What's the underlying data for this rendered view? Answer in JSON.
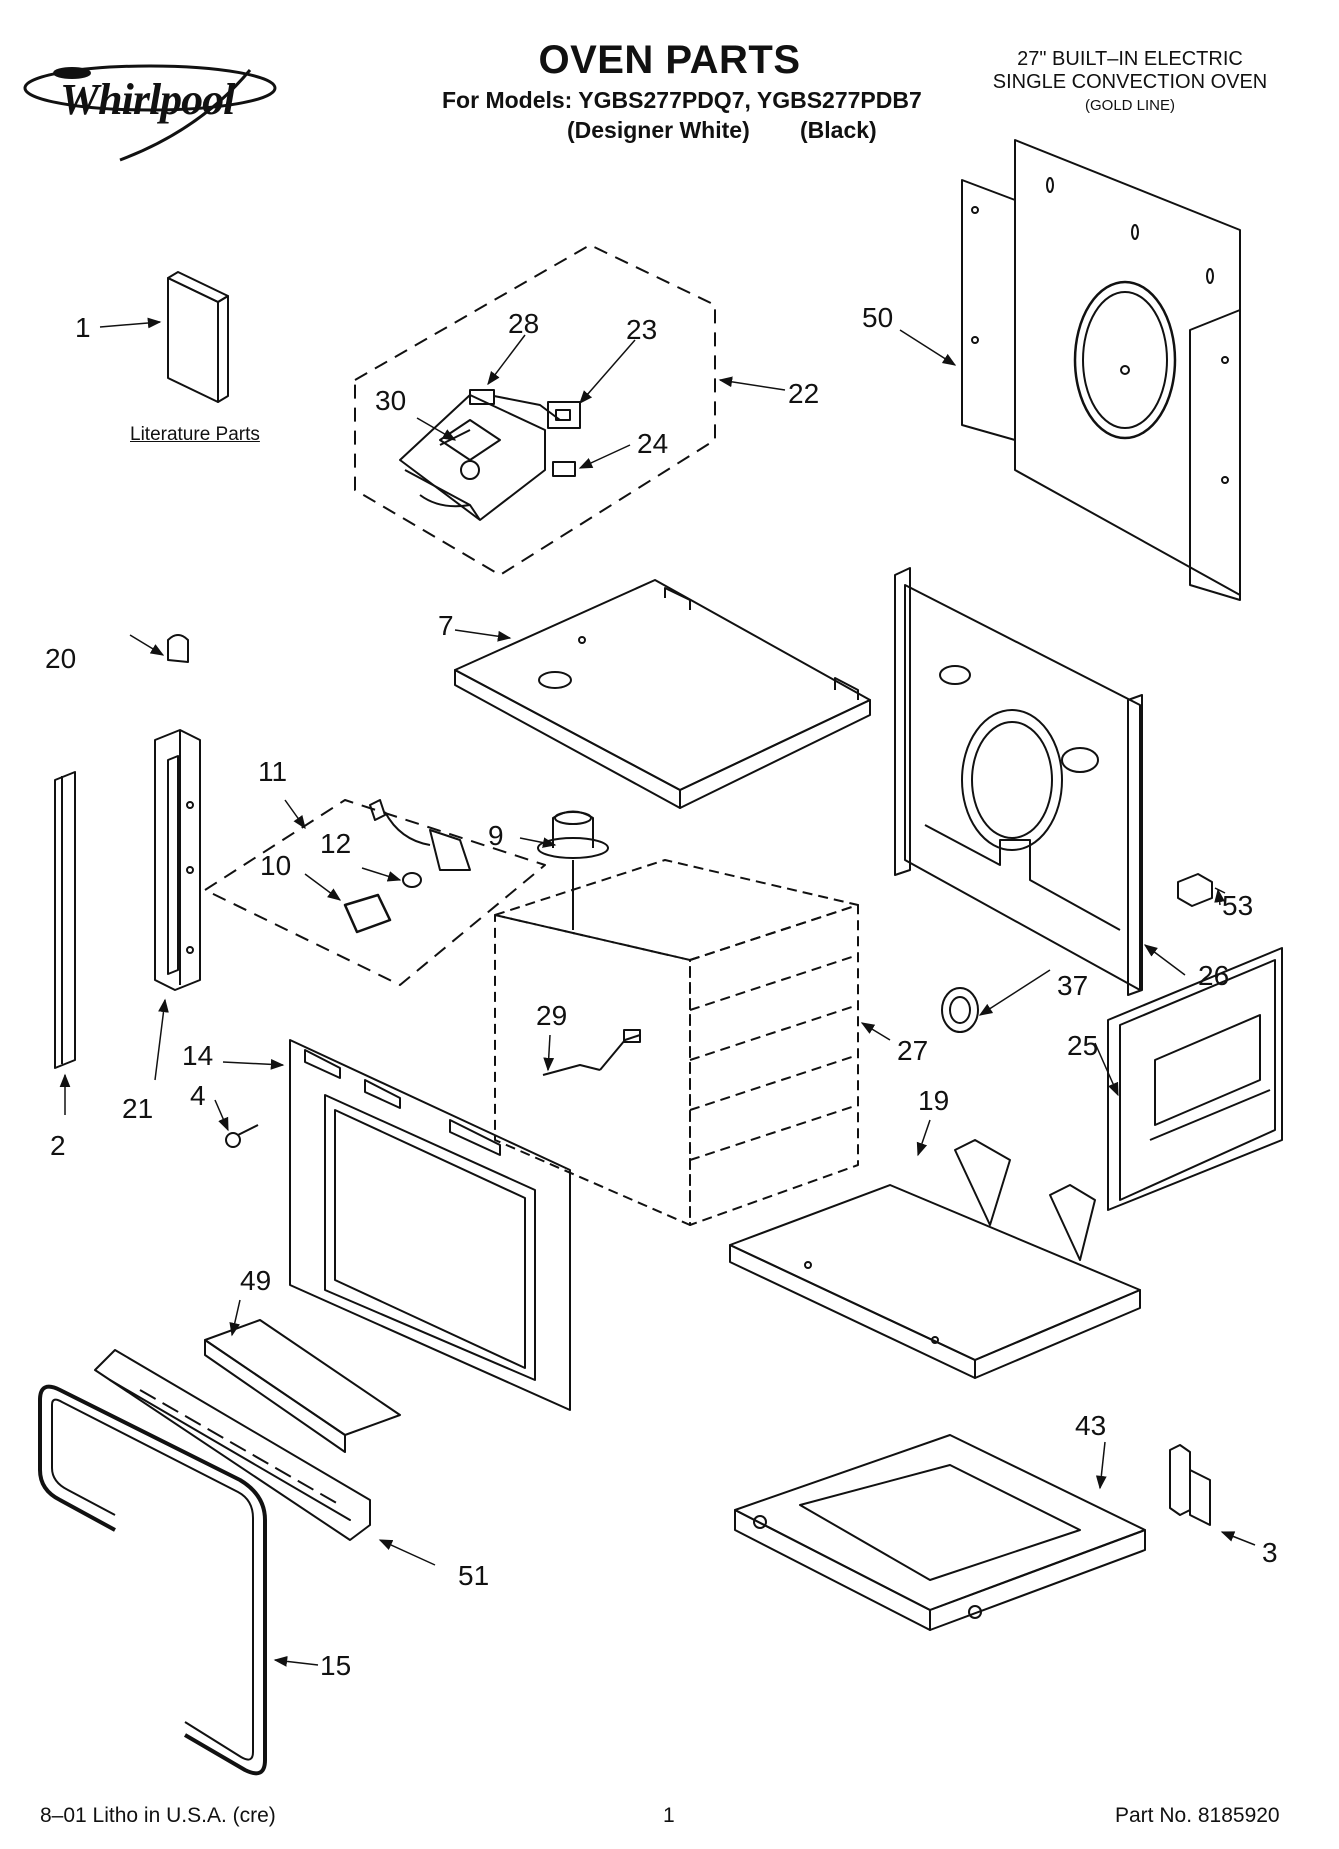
{
  "header": {
    "brand": "Whirlpool",
    "title": "OVEN PARTS",
    "models": "For Models: YGBS277PDQ7, YGBS277PDB7",
    "color_1": "(Designer White)",
    "color_2": "(Black)",
    "product_line1": "27\" BUILT–IN ELECTRIC",
    "product_line2": "SINGLE CONVECTION OVEN",
    "product_line3": "(GOLD LINE)"
  },
  "literature_label": "Literature Parts",
  "callouts": {
    "p1": "1",
    "p2": "2",
    "p3": "3",
    "p4": "4",
    "p7": "7",
    "p9": "9",
    "p10": "10",
    "p11": "11",
    "p12": "12",
    "p14": "14",
    "p15": "15",
    "p19": "19",
    "p20": "20",
    "p21": "21",
    "p22": "22",
    "p23": "23",
    "p24": "24",
    "p25": "25",
    "p26": "26",
    "p27": "27",
    "p28": "28",
    "p29": "29",
    "p30": "30",
    "p37": "37",
    "p43": "43",
    "p49": "49",
    "p50": "50",
    "p51": "51",
    "p53": "53"
  },
  "footer": {
    "litho": "8–01 Litho in U.S.A. (cre)",
    "page": "1",
    "part_no": "Part No. 8185920"
  }
}
